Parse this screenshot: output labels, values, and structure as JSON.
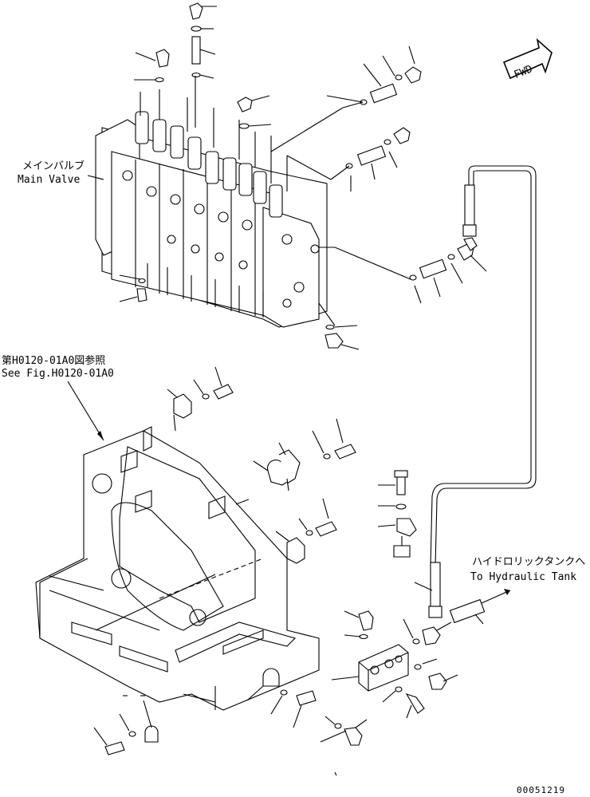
{
  "labels": {
    "main_valve_jp": "メインバルブ",
    "main_valve_en": "Main Valve",
    "ref_jp": "第H0120-01A0図参照",
    "ref_en": "See Fig.H0120-01A0",
    "tank_jp": "ハイドロリックタンクへ",
    "tank_en": "To Hydraulic Tank",
    "fwd": "FWD",
    "drawing_number": "00051219"
  }
}
